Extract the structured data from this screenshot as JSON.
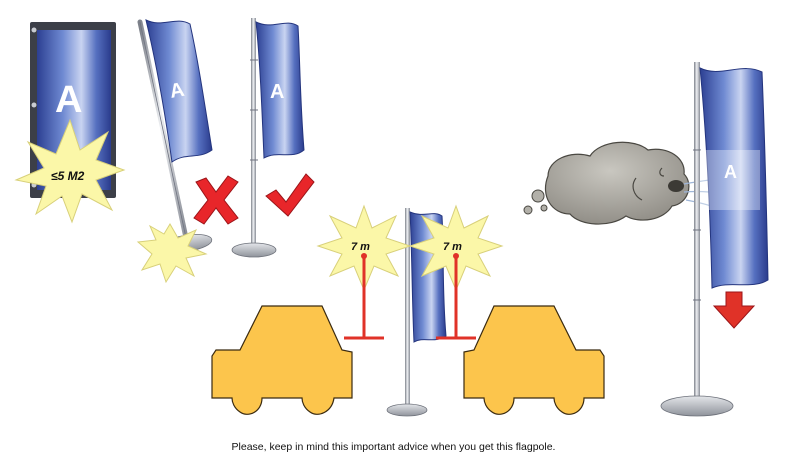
{
  "flag": {
    "letter": "A"
  },
  "labels": {
    "max_area": "≤5 M2",
    "distance_left": "7 m",
    "distance_right": "7 m"
  },
  "caption": "Please, keep in mind this important advice when you get this flagpole.",
  "colors": {
    "flag_blue": "#5a78c4",
    "flag_dark": "#27398a",
    "burst_yellow": "#fbf7a8",
    "car_yellow": "#fcc54c",
    "warning_red": "#e03228",
    "ok_red": "#e8262a",
    "pole_grey": "#b9bcc4",
    "cloud_grey": "#a4a29b"
  },
  "icons": [
    "cross-icon",
    "check-icon",
    "down-arrow-icon",
    "wind-cloud-icon",
    "car-icon",
    "flagpole-icon"
  ]
}
